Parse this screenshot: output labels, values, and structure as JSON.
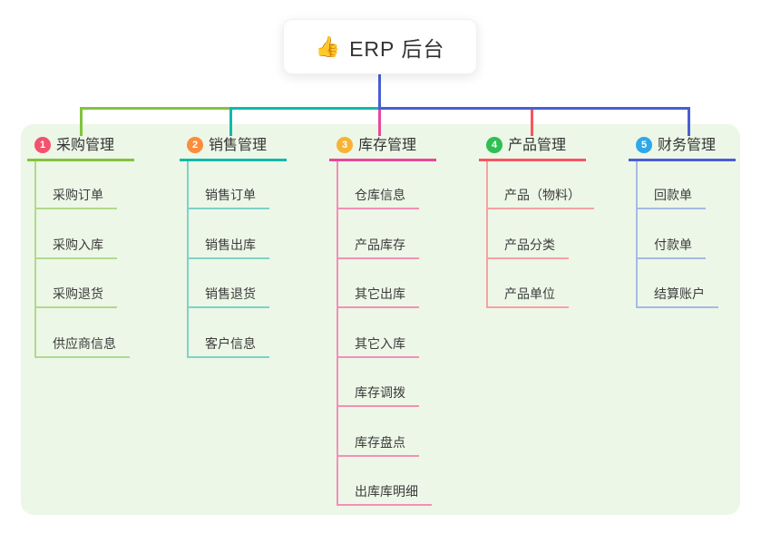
{
  "root": {
    "emoji": "👍",
    "icon": "thumbs-up-icon",
    "title": "ERP 后台"
  },
  "panel": {
    "background": "#ecf7e7"
  },
  "connector": {
    "root_color": "#4a5ed3"
  },
  "branches": [
    {
      "num": "1",
      "label": "采购管理",
      "badge_color": "#f4516c",
      "line_color": "#82c33e",
      "sub_line_color": "#b2d98d",
      "children": [
        "采购订单",
        "采购入库",
        "采购退货",
        "供应商信息"
      ]
    },
    {
      "num": "2",
      "label": "销售管理",
      "badge_color": "#fb8d3c",
      "line_color": "#12b9a9",
      "sub_line_color": "#7fd2c7",
      "children": [
        "销售订单",
        "销售出库",
        "销售退货",
        "客户信息"
      ]
    },
    {
      "num": "3",
      "label": "库存管理",
      "badge_color": "#f9b234",
      "line_color": "#e8479b",
      "sub_line_color": "#f48fb8",
      "children": [
        "仓库信息",
        "产品库存",
        "其它出库",
        "其它入库",
        "库存调拨",
        "库存盘点",
        "出库库明细"
      ]
    },
    {
      "num": "4",
      "label": "产品管理",
      "badge_color": "#2fbf53",
      "line_color": "#f7565f",
      "sub_line_color": "#f9a0a3",
      "children": [
        "产品（物料）",
        "产品分类",
        "产品单位"
      ]
    },
    {
      "num": "5",
      "label": "财务管理",
      "badge_color": "#2fa8e8",
      "line_color": "#4a5ed3",
      "sub_line_color": "#a4bbe2",
      "children": [
        "回款单",
        "付款单",
        "结算账户"
      ]
    }
  ]
}
